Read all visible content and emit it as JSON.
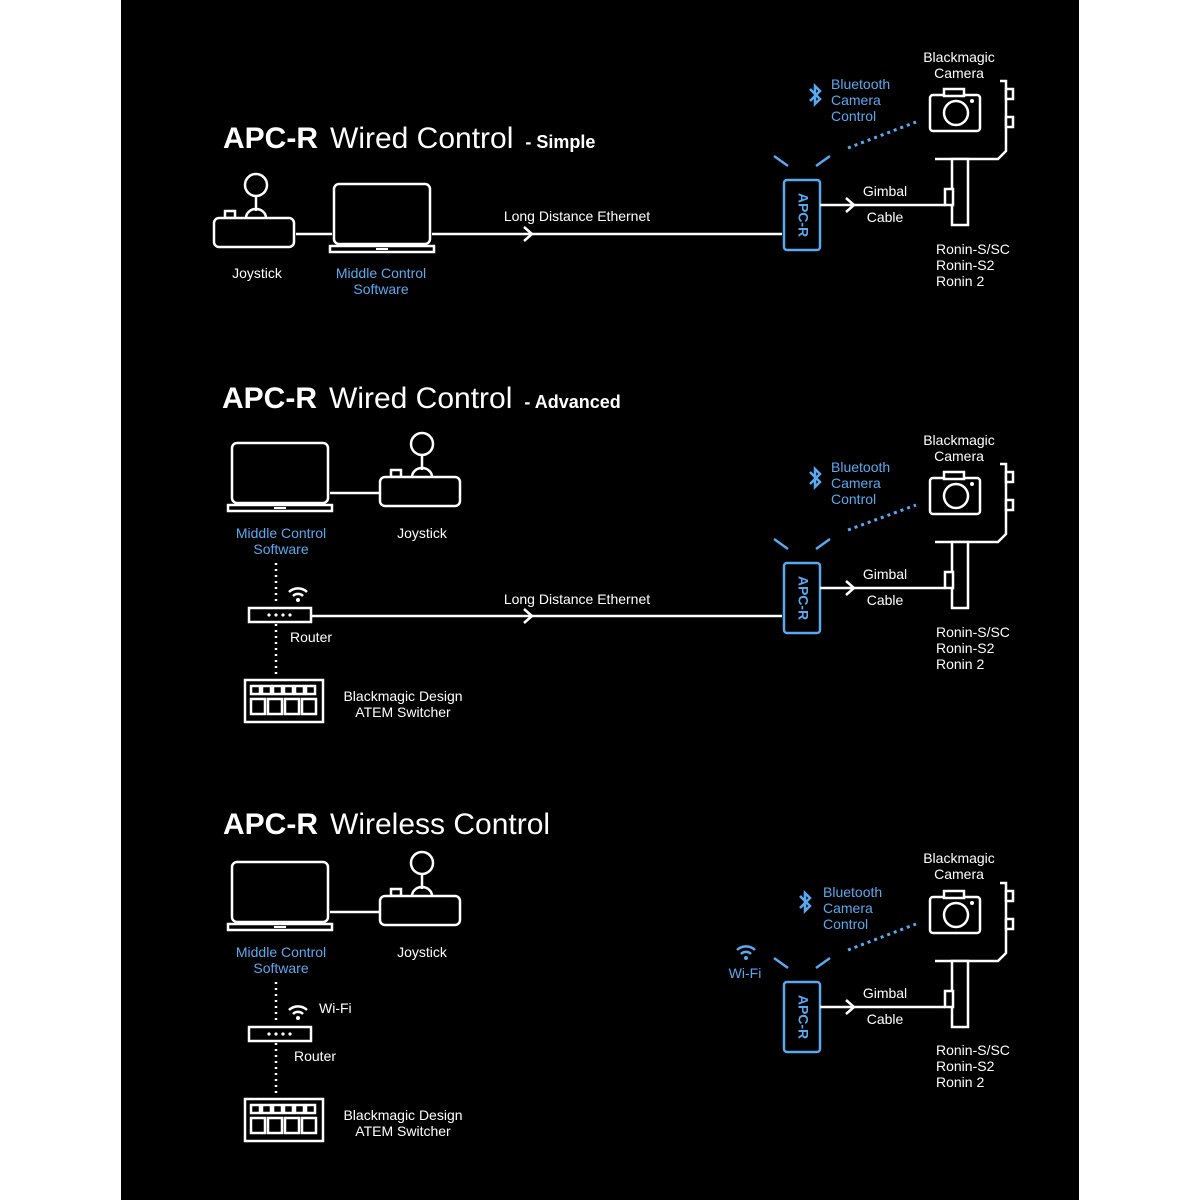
{
  "colors": {
    "background": "#000000",
    "foreground": "#ffffff",
    "accent": "#5aa9f0"
  },
  "sections": {
    "simple": {
      "title_bold": "APC-R",
      "title_regular": "Wired Control",
      "title_suffix": "- Simple",
      "joystick": "Joystick",
      "software_line1": "Middle Control",
      "software_line2": "Software",
      "ethernet": "Long Distance Ethernet",
      "apcr": "APC-R",
      "bt_line1": "Bluetooth",
      "bt_line2": "Camera",
      "bt_line3": "Control",
      "camera_line1": "Blackmagic",
      "camera_line2": "Camera",
      "gimbal": "Gimbal",
      "cable": "Cable",
      "ronin1": "Ronin-S/SC",
      "ronin2": "Ronin-S2",
      "ronin3": "Ronin 2"
    },
    "advanced": {
      "title_bold": "APC-R",
      "title_regular": "Wired Control",
      "title_suffix": "- Advanced",
      "software_line1": "Middle Control",
      "software_line2": "Software",
      "joystick": "Joystick",
      "router": "Router",
      "atem_line1": "Blackmagic Design",
      "atem_line2": "ATEM Switcher",
      "ethernet": "Long Distance Ethernet",
      "apcr": "APC-R",
      "bt_line1": "Bluetooth",
      "bt_line2": "Camera",
      "bt_line3": "Control",
      "camera_line1": "Blackmagic",
      "camera_line2": "Camera",
      "gimbal": "Gimbal",
      "cable": "Cable",
      "ronin1": "Ronin-S/SC",
      "ronin2": "Ronin-S2",
      "ronin3": "Ronin 2"
    },
    "wireless": {
      "title_bold": "APC-R",
      "title_regular": "Wireless Control",
      "software_line1": "Middle Control",
      "software_line2": "Software",
      "joystick": "Joystick",
      "wifi": "Wi-Fi",
      "router": "Router",
      "atem_line1": "Blackmagic Design",
      "atem_line2": "ATEM Switcher",
      "apcr_wifi": "Wi-Fi",
      "apcr": "APC-R",
      "bt_line1": "Bluetooth",
      "bt_line2": "Camera",
      "bt_line3": "Control",
      "camera_line1": "Blackmagic",
      "camera_line2": "Camera",
      "gimbal": "Gimbal",
      "cable": "Cable",
      "ronin1": "Ronin-S/SC",
      "ronin2": "Ronin-S2",
      "ronin3": "Ronin 2"
    }
  },
  "icons": [
    "joystick-icon",
    "laptop-icon",
    "router-icon",
    "wifi-icon",
    "switcher-icon",
    "apcr-device-icon",
    "bluetooth-icon",
    "camera-icon",
    "gimbal-icon",
    "arrow-right-icon"
  ]
}
